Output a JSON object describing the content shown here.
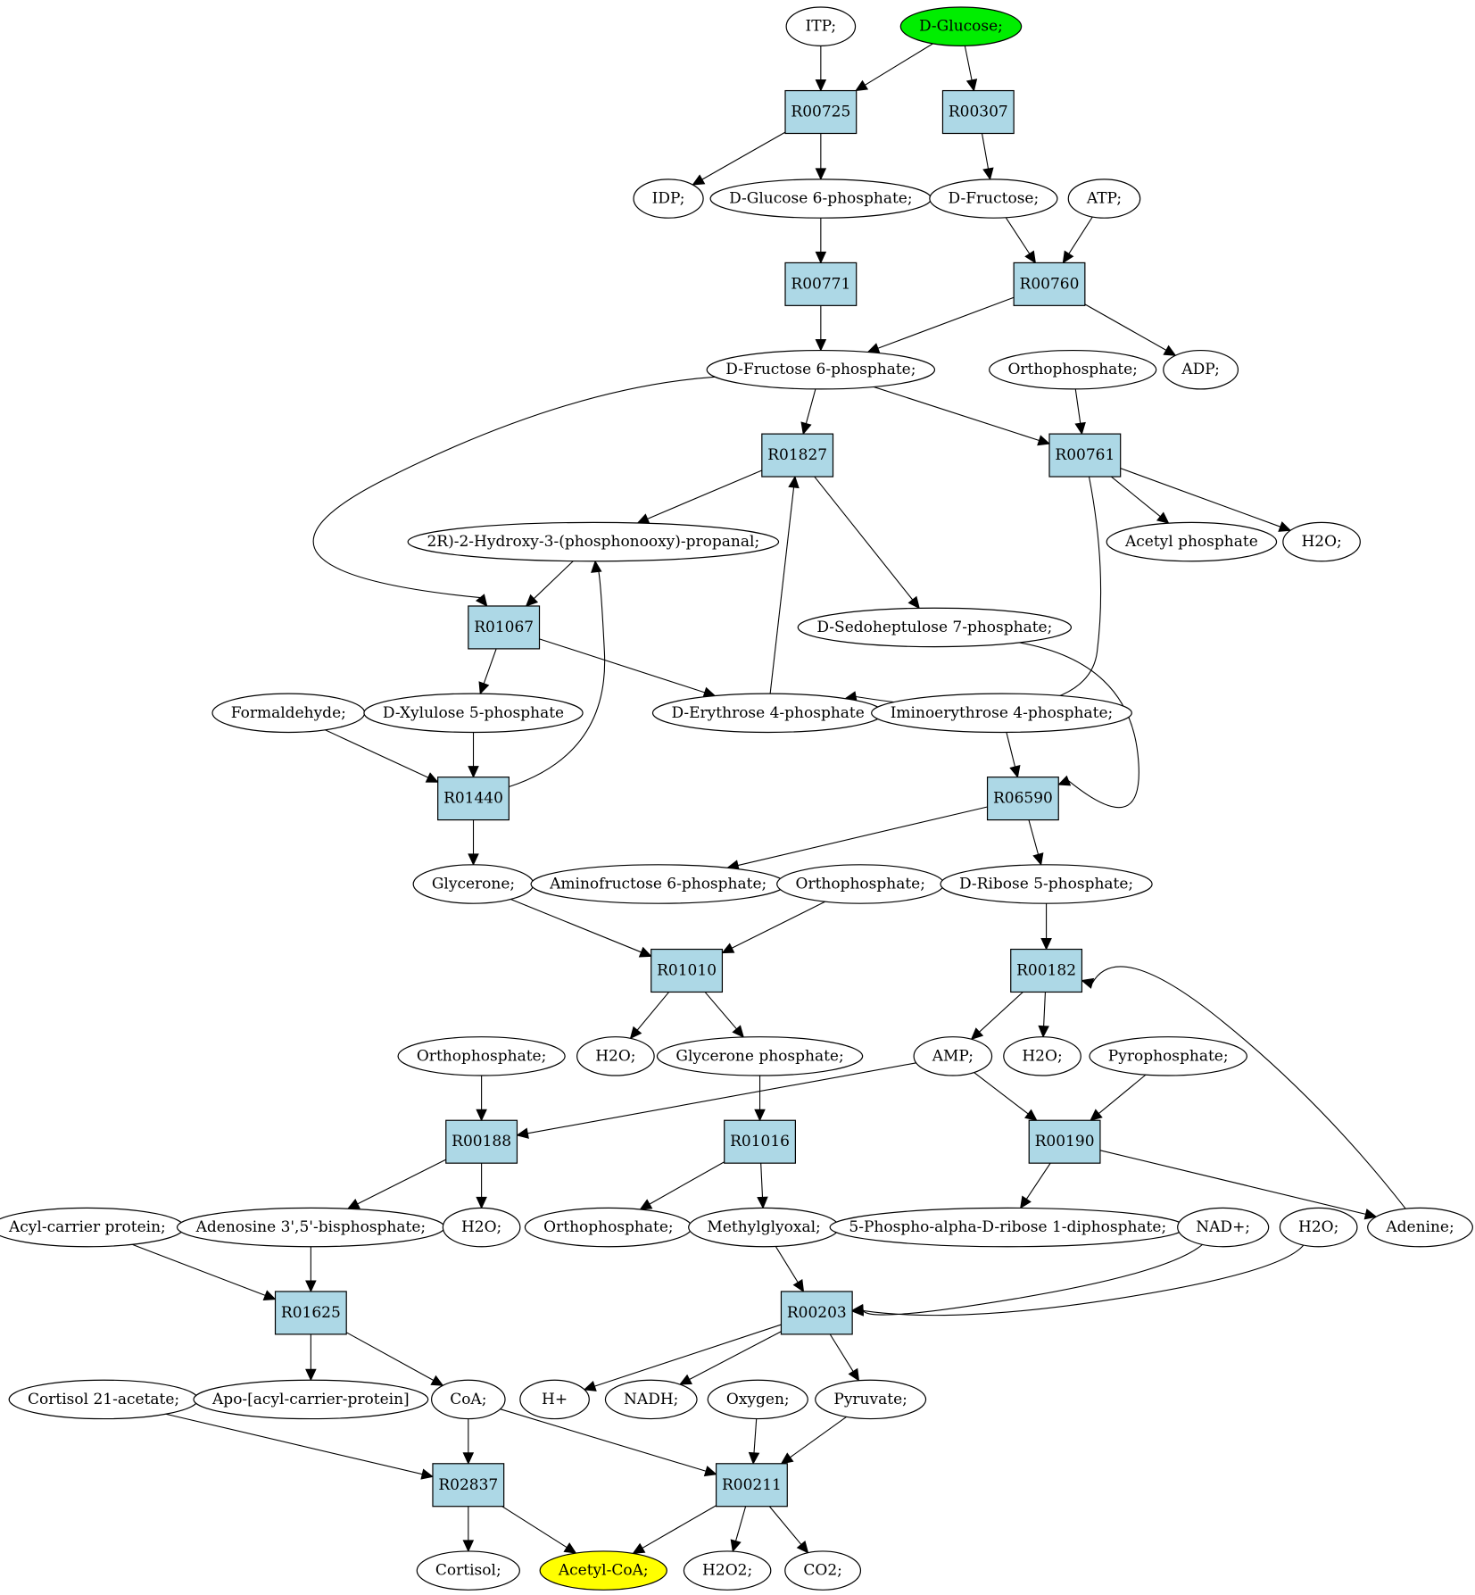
{
  "colors": {
    "reaction_fill": "#add8e6",
    "compound_fill": "#ffffff",
    "source_fill": "#00ee00",
    "target_fill": "#ffff00",
    "stroke": "#000000"
  },
  "nodes": [
    {
      "id": "itp",
      "label": "ITP;",
      "kind": "compound"
    },
    {
      "id": "dglucose",
      "label": "D-Glucose;",
      "kind": "source"
    },
    {
      "id": "r00725",
      "label": "R00725",
      "kind": "reaction"
    },
    {
      "id": "r00307",
      "label": "R00307",
      "kind": "reaction"
    },
    {
      "id": "idp",
      "label": "IDP;",
      "kind": "compound"
    },
    {
      "id": "g6p",
      "label": "D-Glucose 6-phosphate;",
      "kind": "compound"
    },
    {
      "id": "dfructose",
      "label": "D-Fructose;",
      "kind": "compound"
    },
    {
      "id": "atp",
      "label": "ATP;",
      "kind": "compound"
    },
    {
      "id": "r00771",
      "label": "R00771",
      "kind": "reaction"
    },
    {
      "id": "r00760",
      "label": "R00760",
      "kind": "reaction"
    },
    {
      "id": "f6p",
      "label": "D-Fructose 6-phosphate;",
      "kind": "compound"
    },
    {
      "id": "ortho1",
      "label": "Orthophosphate;",
      "kind": "compound"
    },
    {
      "id": "adp",
      "label": "ADP;",
      "kind": "compound"
    },
    {
      "id": "r01827",
      "label": "R01827",
      "kind": "reaction"
    },
    {
      "id": "r00761",
      "label": "R00761",
      "kind": "reaction"
    },
    {
      "id": "hpp",
      "label": "2R)-2-Hydroxy-3-(phosphonooxy)-propanal;",
      "kind": "compound"
    },
    {
      "id": "acetylp",
      "label": "Acetyl phosphate",
      "kind": "compound"
    },
    {
      "id": "h2o1",
      "label": "H2O;",
      "kind": "compound"
    },
    {
      "id": "r01067",
      "label": "R01067",
      "kind": "reaction"
    },
    {
      "id": "s7p",
      "label": "D-Sedoheptulose 7-phosphate;",
      "kind": "compound"
    },
    {
      "id": "formaldehyde",
      "label": "Formaldehyde;",
      "kind": "compound"
    },
    {
      "id": "x5p",
      "label": "D-Xylulose 5-phosphate",
      "kind": "compound"
    },
    {
      "id": "e4p",
      "label": "D-Erythrose 4-phosphate",
      "kind": "compound"
    },
    {
      "id": "imino",
      "label": "Iminoerythrose 4-phosphate;",
      "kind": "compound"
    },
    {
      "id": "r01440",
      "label": "R01440",
      "kind": "reaction"
    },
    {
      "id": "r06590",
      "label": "R06590",
      "kind": "reaction"
    },
    {
      "id": "glycerone",
      "label": "Glycerone;",
      "kind": "compound"
    },
    {
      "id": "aminof6p",
      "label": "Aminofructose 6-phosphate;",
      "kind": "compound"
    },
    {
      "id": "ortho2",
      "label": "Orthophosphate;",
      "kind": "compound"
    },
    {
      "id": "r5p",
      "label": "D-Ribose 5-phosphate;",
      "kind": "compound"
    },
    {
      "id": "r01010",
      "label": "R01010",
      "kind": "reaction"
    },
    {
      "id": "r00182",
      "label": "R00182",
      "kind": "reaction"
    },
    {
      "id": "ortho3",
      "label": "Orthophosphate;",
      "kind": "compound"
    },
    {
      "id": "h2o2n",
      "label": "H2O;",
      "kind": "compound"
    },
    {
      "id": "glyceronep",
      "label": "Glycerone phosphate;",
      "kind": "compound"
    },
    {
      "id": "amp",
      "label": "AMP;",
      "kind": "compound"
    },
    {
      "id": "h2o3",
      "label": "H2O;",
      "kind": "compound"
    },
    {
      "id": "ppi",
      "label": "Pyrophosphate;",
      "kind": "compound"
    },
    {
      "id": "r00188",
      "label": "R00188",
      "kind": "reaction"
    },
    {
      "id": "r01016",
      "label": "R01016",
      "kind": "reaction"
    },
    {
      "id": "r00190",
      "label": "R00190",
      "kind": "reaction"
    },
    {
      "id": "acp",
      "label": "Acyl-carrier protein;",
      "kind": "compound"
    },
    {
      "id": "pap",
      "label": "Adenosine 3',5'-bisphosphate;",
      "kind": "compound"
    },
    {
      "id": "h2o4",
      "label": "H2O;",
      "kind": "compound"
    },
    {
      "id": "ortho4",
      "label": "Orthophosphate;",
      "kind": "compound"
    },
    {
      "id": "methylglyoxal",
      "label": "Methylglyoxal;",
      "kind": "compound"
    },
    {
      "id": "prpp",
      "label": "5-Phospho-alpha-D-ribose 1-diphosphate;",
      "kind": "compound"
    },
    {
      "id": "nad",
      "label": "NAD+;",
      "kind": "compound"
    },
    {
      "id": "h2o5",
      "label": "H2O;",
      "kind": "compound"
    },
    {
      "id": "adenine",
      "label": "Adenine;",
      "kind": "compound"
    },
    {
      "id": "r01625",
      "label": "R01625",
      "kind": "reaction"
    },
    {
      "id": "r00203",
      "label": "R00203",
      "kind": "reaction"
    },
    {
      "id": "cortacetate",
      "label": "Cortisol 21-acetate;",
      "kind": "compound"
    },
    {
      "id": "apoacp",
      "label": "Apo-[acyl-carrier-protein]",
      "kind": "compound"
    },
    {
      "id": "coa",
      "label": "CoA;",
      "kind": "compound"
    },
    {
      "id": "hplus",
      "label": "H+",
      "kind": "compound"
    },
    {
      "id": "nadh",
      "label": "NADH;",
      "kind": "compound"
    },
    {
      "id": "oxygen",
      "label": "Oxygen;",
      "kind": "compound"
    },
    {
      "id": "pyruvate",
      "label": "Pyruvate;",
      "kind": "compound"
    },
    {
      "id": "r02837",
      "label": "R02837",
      "kind": "reaction"
    },
    {
      "id": "r00211",
      "label": "R00211",
      "kind": "reaction"
    },
    {
      "id": "cortisol",
      "label": "Cortisol;",
      "kind": "compound"
    },
    {
      "id": "acetylcoa",
      "label": "Acetyl-CoA;",
      "kind": "target"
    },
    {
      "id": "h2o2",
      "label": "H2O2;",
      "kind": "compound"
    },
    {
      "id": "co2",
      "label": "CO2;",
      "kind": "compound"
    }
  ],
  "edges": [
    [
      "itp",
      "r00725"
    ],
    [
      "dglucose",
      "r00725"
    ],
    [
      "dglucose",
      "r00307"
    ],
    [
      "r00725",
      "idp"
    ],
    [
      "r00725",
      "g6p"
    ],
    [
      "r00307",
      "dfructose"
    ],
    [
      "g6p",
      "r00771"
    ],
    [
      "dfructose",
      "r00760"
    ],
    [
      "atp",
      "r00760"
    ],
    [
      "r00771",
      "f6p"
    ],
    [
      "r00760",
      "f6p"
    ],
    [
      "r00760",
      "adp"
    ],
    [
      "f6p",
      "r01827"
    ],
    [
      "f6p",
      "r00761"
    ],
    [
      "ortho1",
      "r00761"
    ],
    [
      "f6p",
      "r01067"
    ],
    [
      "r01827",
      "hpp"
    ],
    [
      "r01827",
      "s7p"
    ],
    [
      "e4p",
      "r01827"
    ],
    [
      "r00761",
      "acetylp"
    ],
    [
      "r00761",
      "h2o1"
    ],
    [
      "r00761",
      "e4p"
    ],
    [
      "hpp",
      "r01067"
    ],
    [
      "r01067",
      "x5p"
    ],
    [
      "r01067",
      "e4p"
    ],
    [
      "formaldehyde",
      "r01440"
    ],
    [
      "x5p",
      "r01440"
    ],
    [
      "r01440",
      "hpp"
    ],
    [
      "r01440",
      "glycerone"
    ],
    [
      "s7p",
      "r06590"
    ],
    [
      "imino",
      "r06590"
    ],
    [
      "r06590",
      "aminof6p"
    ],
    [
      "r06590",
      "r5p"
    ],
    [
      "glycerone",
      "r01010"
    ],
    [
      "ortho2",
      "r01010"
    ],
    [
      "r01010",
      "h2o2n"
    ],
    [
      "r01010",
      "glyceronep"
    ],
    [
      "r5p",
      "r00182"
    ],
    [
      "r00182",
      "amp"
    ],
    [
      "r00182",
      "h2o3"
    ],
    [
      "adenine",
      "r00182"
    ],
    [
      "ortho3",
      "r00188"
    ],
    [
      "amp",
      "r00188"
    ],
    [
      "glyceronep",
      "r01016"
    ],
    [
      "amp",
      "r00190"
    ],
    [
      "ppi",
      "r00190"
    ],
    [
      "r00188",
      "pap"
    ],
    [
      "r00188",
      "h2o4"
    ],
    [
      "r01016",
      "ortho4"
    ],
    [
      "r01016",
      "methylglyoxal"
    ],
    [
      "r00190",
      "prpp"
    ],
    [
      "r00190",
      "adenine"
    ],
    [
      "acp",
      "r01625"
    ],
    [
      "pap",
      "r01625"
    ],
    [
      "methylglyoxal",
      "r00203"
    ],
    [
      "nad",
      "r00203"
    ],
    [
      "h2o5",
      "r00203"
    ],
    [
      "r01625",
      "apoacp"
    ],
    [
      "r01625",
      "coa"
    ],
    [
      "r00203",
      "hplus"
    ],
    [
      "r00203",
      "nadh"
    ],
    [
      "r00203",
      "pyruvate"
    ],
    [
      "cortacetate",
      "r02837"
    ],
    [
      "coa",
      "r02837"
    ],
    [
      "coa",
      "r00211"
    ],
    [
      "oxygen",
      "r00211"
    ],
    [
      "pyruvate",
      "r00211"
    ],
    [
      "r02837",
      "cortisol"
    ],
    [
      "r02837",
      "acetylcoa"
    ],
    [
      "r00211",
      "acetylcoa"
    ],
    [
      "r00211",
      "h2o2"
    ],
    [
      "r00211",
      "co2"
    ]
  ]
}
